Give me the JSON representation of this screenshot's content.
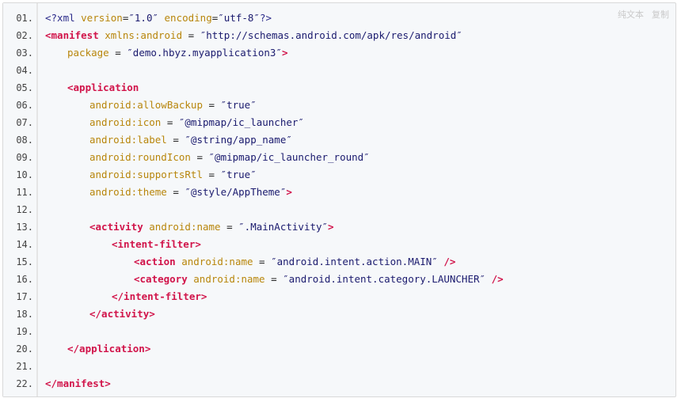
{
  "toolbar": {
    "view_plain": "纯文本",
    "copy": "复制"
  },
  "lines": [
    {
      "n": "01.",
      "indent": 0,
      "tokens": [
        [
          "pi",
          "<?xml "
        ],
        [
          "attr",
          "version"
        ],
        [
          "plain",
          "="
        ],
        [
          "str",
          "″1.0″ "
        ],
        [
          "attr",
          "encoding"
        ],
        [
          "plain",
          "="
        ],
        [
          "str",
          "″utf-8″"
        ],
        [
          "pi",
          "?>"
        ]
      ]
    },
    {
      "n": "02.",
      "indent": 0,
      "tokens": [
        [
          "tag",
          "<manifest "
        ],
        [
          "attr",
          "xmlns:android"
        ],
        [
          "plain",
          " = "
        ],
        [
          "str",
          "″http://schemas.android.com/apk/res/android″"
        ]
      ]
    },
    {
      "n": "03.",
      "indent": 1,
      "tokens": [
        [
          "attr",
          "package"
        ],
        [
          "plain",
          " = "
        ],
        [
          "str",
          "″demo.hbyz.myapplication3″"
        ],
        [
          "tag",
          ">"
        ]
      ]
    },
    {
      "n": "04.",
      "indent": 0,
      "tokens": []
    },
    {
      "n": "05.",
      "indent": 1,
      "tokens": [
        [
          "tag",
          "<application"
        ]
      ]
    },
    {
      "n": "06.",
      "indent": 2,
      "tokens": [
        [
          "attr",
          "android:allowBackup"
        ],
        [
          "plain",
          " = "
        ],
        [
          "str",
          "″true″"
        ]
      ]
    },
    {
      "n": "07.",
      "indent": 2,
      "tokens": [
        [
          "attr",
          "android:icon"
        ],
        [
          "plain",
          " = "
        ],
        [
          "str",
          "″@mipmap/ic_launcher″"
        ]
      ]
    },
    {
      "n": "08.",
      "indent": 2,
      "tokens": [
        [
          "attr",
          "android:label"
        ],
        [
          "plain",
          " = "
        ],
        [
          "str",
          "″@string/app_name″"
        ]
      ]
    },
    {
      "n": "09.",
      "indent": 2,
      "tokens": [
        [
          "attr",
          "android:roundIcon"
        ],
        [
          "plain",
          " = "
        ],
        [
          "str",
          "″@mipmap/ic_launcher_round″"
        ]
      ]
    },
    {
      "n": "10.",
      "indent": 2,
      "tokens": [
        [
          "attr",
          "android:supportsRtl"
        ],
        [
          "plain",
          " = "
        ],
        [
          "str",
          "″true″"
        ]
      ]
    },
    {
      "n": "11.",
      "indent": 2,
      "tokens": [
        [
          "attr",
          "android:theme"
        ],
        [
          "plain",
          " = "
        ],
        [
          "str",
          "″@style/AppTheme″"
        ],
        [
          "tag",
          ">"
        ]
      ]
    },
    {
      "n": "12.",
      "indent": 0,
      "tokens": []
    },
    {
      "n": "13.",
      "indent": 2,
      "tokens": [
        [
          "tag",
          "<activity "
        ],
        [
          "attr",
          "android:name"
        ],
        [
          "plain",
          " = "
        ],
        [
          "str",
          "″.MainActivity″"
        ],
        [
          "tag",
          ">"
        ]
      ]
    },
    {
      "n": "14.",
      "indent": 3,
      "tokens": [
        [
          "tag",
          "<intent-filter>"
        ]
      ]
    },
    {
      "n": "15.",
      "indent": 4,
      "tokens": [
        [
          "tag",
          "<action "
        ],
        [
          "attr",
          "android:name"
        ],
        [
          "plain",
          " = "
        ],
        [
          "str",
          "″android.intent.action.MAIN″ "
        ],
        [
          "tag",
          "/>"
        ]
      ]
    },
    {
      "n": "16.",
      "indent": 4,
      "tokens": [
        [
          "tag",
          "<category "
        ],
        [
          "attr",
          "android:name"
        ],
        [
          "plain",
          " = "
        ],
        [
          "str",
          "″android.intent.category.LAUNCHER″ "
        ],
        [
          "tag",
          "/>"
        ]
      ]
    },
    {
      "n": "17.",
      "indent": 3,
      "tokens": [
        [
          "tag",
          "</intent-filter>"
        ]
      ]
    },
    {
      "n": "18.",
      "indent": 2,
      "tokens": [
        [
          "tag",
          "</activity>"
        ]
      ]
    },
    {
      "n": "19.",
      "indent": 0,
      "tokens": []
    },
    {
      "n": "20.",
      "indent": 1,
      "tokens": [
        [
          "tag",
          "</application>"
        ]
      ]
    },
    {
      "n": "21.",
      "indent": 0,
      "tokens": []
    },
    {
      "n": "22.",
      "indent": 0,
      "tokens": [
        [
          "tag",
          "</manifest>"
        ]
      ]
    }
  ]
}
